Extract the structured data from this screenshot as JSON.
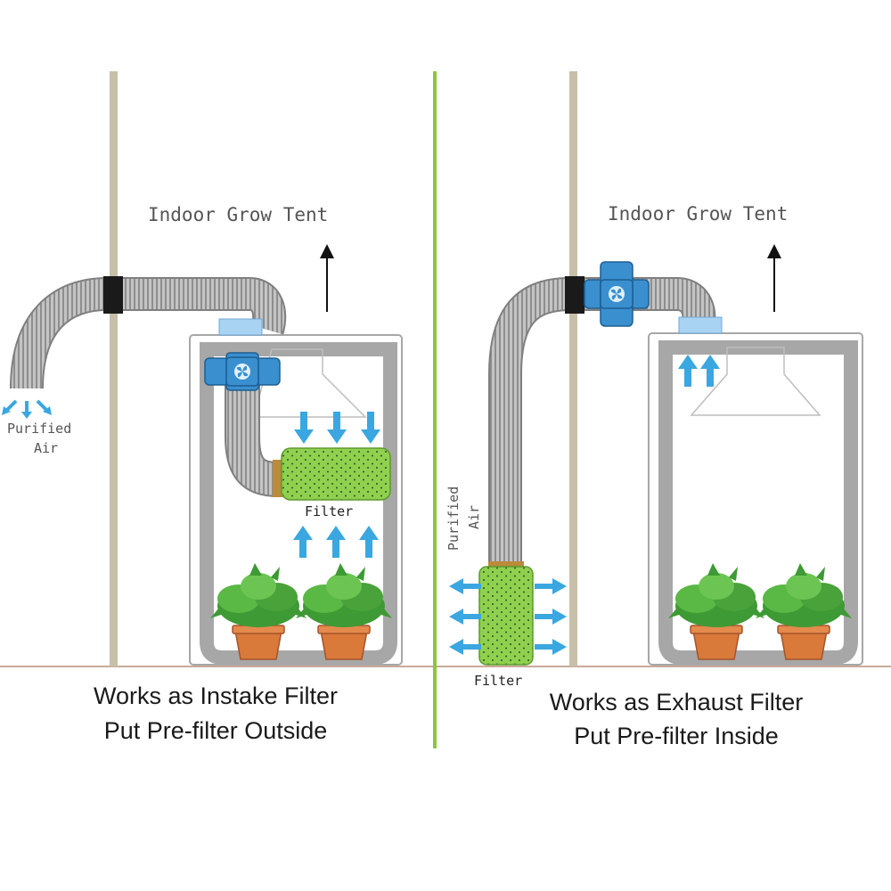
{
  "left_panel": {
    "tent_label": "Indoor Grow Tent",
    "purified_line1": "Purified",
    "purified_line2": "Air",
    "filter_label": "Filter",
    "caption_line1": "Works as Instake Filter",
    "caption_line2": "Put Pre-filter Outside"
  },
  "right_panel": {
    "tent_label": "Indoor Grow Tent",
    "purified_line1": "Purified",
    "purified_line2": "Air",
    "filter_label": "Filter",
    "caption_line1": "Works as Exhaust Filter",
    "caption_line2": "Put Pre-filter Inside"
  },
  "colors": {
    "wall": "#c8bfa8",
    "divider": "#8cc63f",
    "tent_frame": "#a7a7a7",
    "duct": "#b3b3b3",
    "fan": "#3a8fcf",
    "filter": "#8fd14f",
    "arrow": "#3aa7e0",
    "pot": "#d9793a",
    "leaf": "#4aa23a",
    "floor": "#c9a99a"
  },
  "icons": [
    "fan-icon",
    "plant-icon",
    "arrow-up-icon",
    "arrow-down-icon",
    "arrow-left-icon",
    "arrow-right-icon"
  ]
}
